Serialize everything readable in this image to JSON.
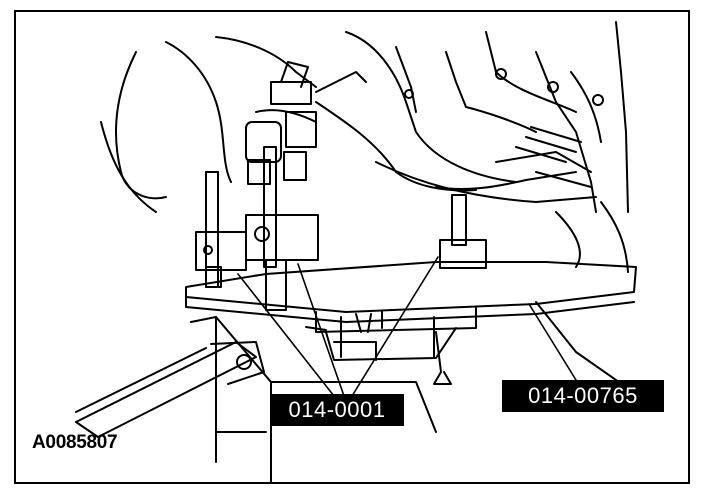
{
  "figure": {
    "id_label": "A0085807",
    "callouts": {
      "left": "014-0001",
      "right": "014-00765"
    }
  }
}
